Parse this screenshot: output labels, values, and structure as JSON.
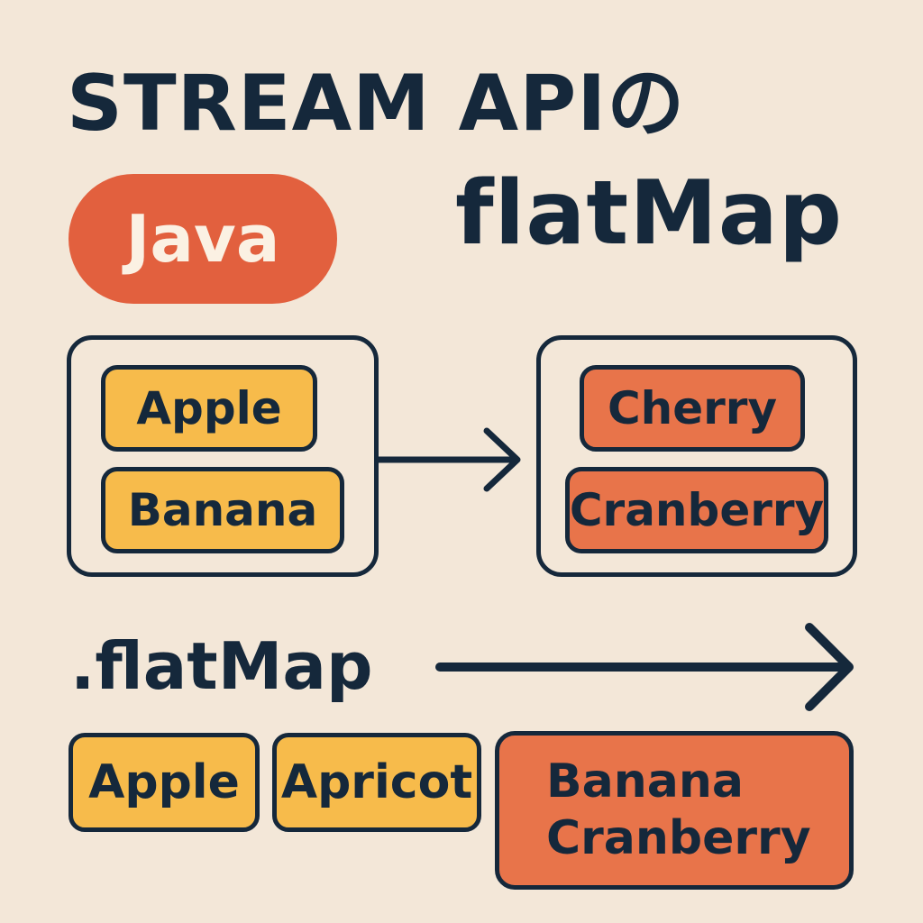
{
  "title": {
    "line1": "STREAM APIの",
    "line2": "flatMap"
  },
  "badge": {
    "label": "Java"
  },
  "input_group": {
    "items": [
      "Apple",
      "Banana"
    ]
  },
  "output_group": {
    "items": [
      "Cherry",
      "Cranberry"
    ]
  },
  "operation": {
    "label": ".flatMap"
  },
  "result": {
    "items": [
      "Apple",
      "Apricot"
    ],
    "merged": [
      "Banana",
      "Cranberry"
    ]
  },
  "colors": {
    "background": "#f3e7d8",
    "ink": "#15283b",
    "accent": "#e2603e",
    "yellow": "#f7bb4b",
    "orange": "#e8744a"
  }
}
